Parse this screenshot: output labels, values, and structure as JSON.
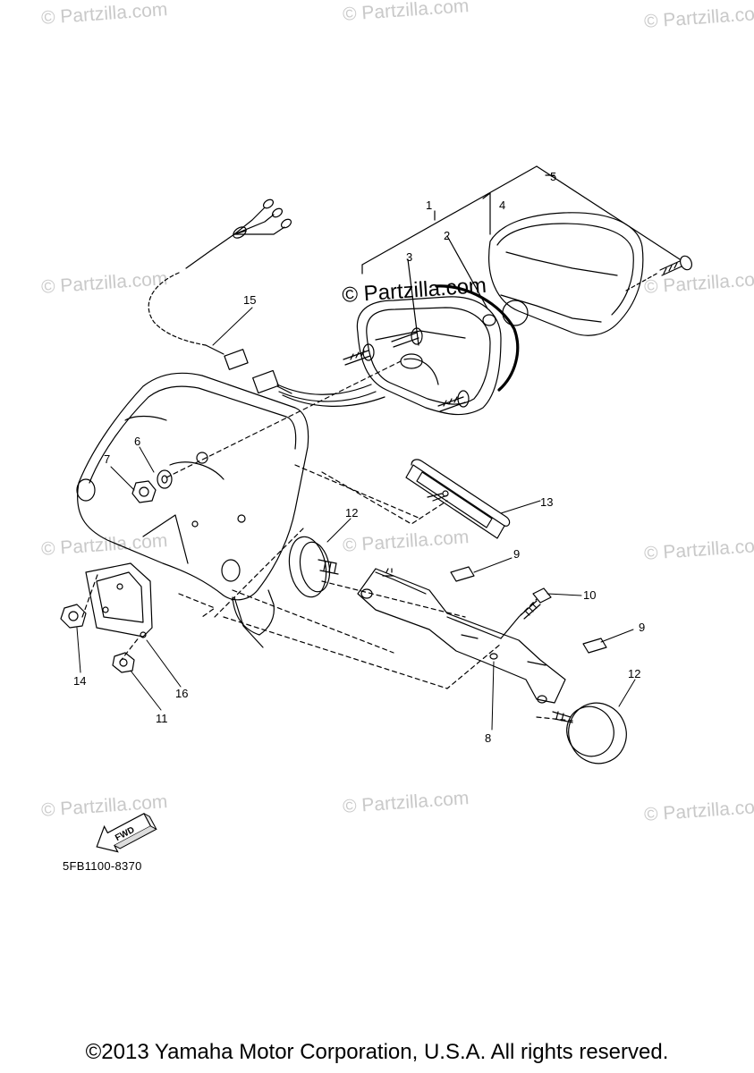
{
  "watermark": "© Partzilla.com",
  "featured_watermark": "© Partzilla.com",
  "callouts": {
    "c1": "1",
    "c2": "2",
    "c3": "3",
    "c4": "4",
    "c5": "5",
    "c6": "6",
    "c7": "7",
    "c8": "8",
    "c9a": "9",
    "c9b": "9",
    "c10": "10",
    "c11": "11",
    "c12a": "12",
    "c12b": "12",
    "c13": "13",
    "c14": "14",
    "c15": "15",
    "c16": "16"
  },
  "fwd_label": "FWD",
  "diagram_code": "5FB1100-8370",
  "copyright": "©2013 Yamaha Motor Corporation, U.S.A. All rights reserved."
}
